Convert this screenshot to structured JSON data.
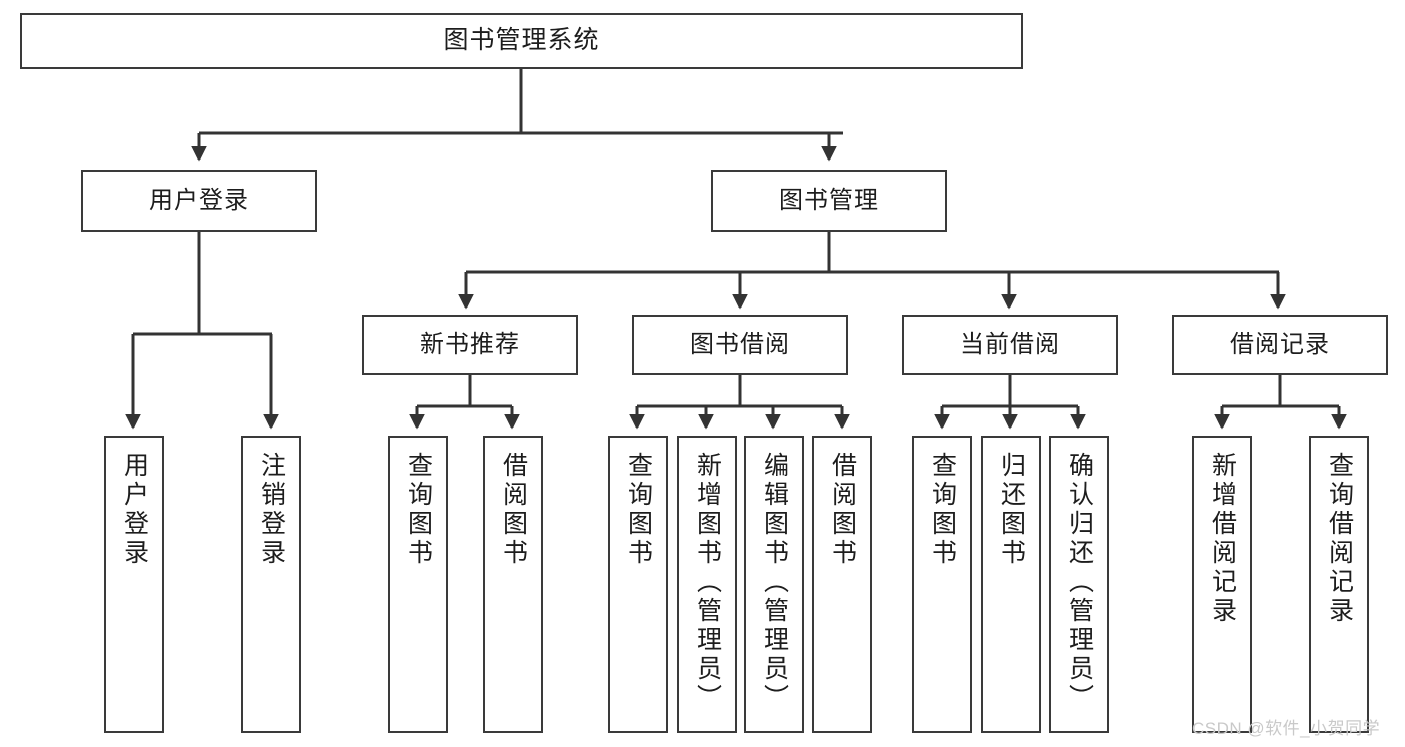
{
  "diagram": {
    "title": "图书管理系统",
    "type": "tree-hierarchy",
    "watermark": "CSDN @软件_小贺同学",
    "style": {
      "box_border_color": "#3a3a3a",
      "box_fill": "#ffffff",
      "connector_color": "#333333",
      "text_color": "#1d1d1d",
      "background": "#ffffff"
    },
    "levels": {
      "root": {
        "label": "图书管理系统"
      },
      "level2": [
        {
          "label": "用户登录"
        },
        {
          "label": "图书管理"
        }
      ],
      "level3": [
        {
          "label": "新书推荐"
        },
        {
          "label": "图书借阅"
        },
        {
          "label": "当前借阅"
        },
        {
          "label": "借阅记录"
        }
      ],
      "leaves": {
        "user_login": [
          {
            "label": "用户登录"
          },
          {
            "label": "注销登录"
          }
        ],
        "new_book_recommend": [
          {
            "label": "查询图书"
          },
          {
            "label": "借阅图书"
          }
        ],
        "book_borrow": [
          {
            "label": "查询图书"
          },
          {
            "label": "新增图书（管理员）"
          },
          {
            "label": "编辑图书（管理员）"
          },
          {
            "label": "借阅图书"
          }
        ],
        "current_borrow": [
          {
            "label": "查询图书"
          },
          {
            "label": "归还图书"
          },
          {
            "label": "确认归还（管理员）"
          }
        ],
        "borrow_record": [
          {
            "label": "新增借阅记录"
          },
          {
            "label": "查询借阅记录"
          }
        ]
      }
    }
  }
}
